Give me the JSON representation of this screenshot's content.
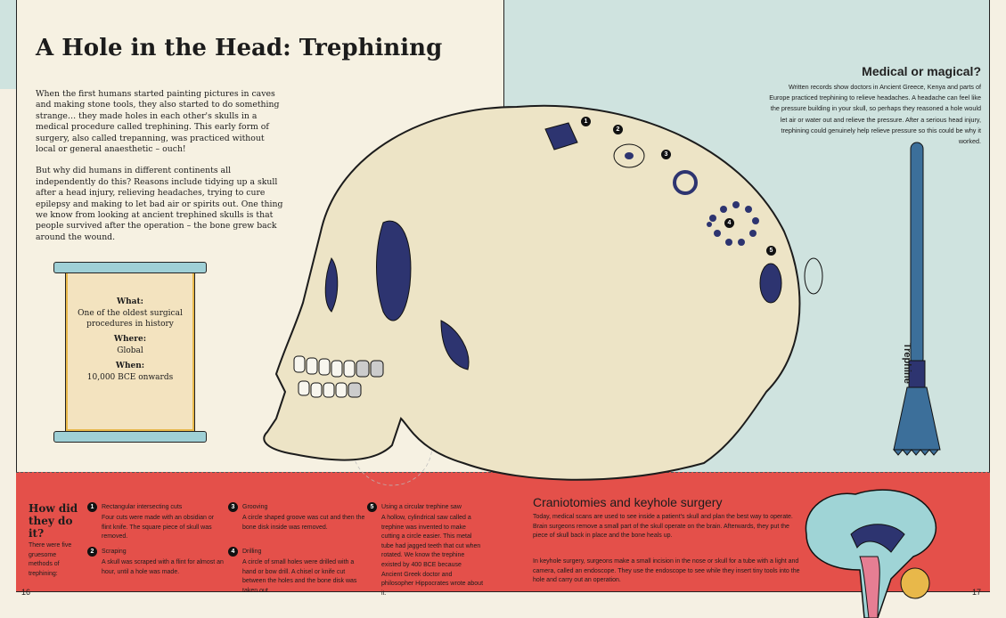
{
  "left_page": {
    "title": "A Hole in the Head: Trephining",
    "intro": [
      "When the first humans started painting pictures in caves and making stone tools, they also started to do something strange… they made holes in each other's skulls in a medical procedure called trephining. This early form of surgery, also called trepanning, was practiced without local or general anaesthetic – ouch!",
      "But why did humans in different continents all independently do this? Reasons include tidying up a skull after a head injury, relieving headaches, trying to cure epilepsy and making to let bad air or spirits out. One thing we know from looking at ancient trephined skulls is that people survived after the operation – the bone grew back around the wound."
    ],
    "scroll": {
      "what_label": "What:",
      "what": "One of the oldest surgical procedures in history",
      "where_label": "Where:",
      "where": "Global",
      "when_label": "When:",
      "when": "10,000 BCE onwards"
    },
    "page_number": "16"
  },
  "right_page": {
    "sidebar_title": "Medical or magical?",
    "sidebar_text": "Written records show doctors in Ancient Greece, Kenya and parts of Europe practiced trephining to relieve headaches. A headache can feel like the pressure building in your skull, so perhaps they reasoned a hole would let air or water out and relieve the pressure. After a serious head injury, trephining could genuinely help relieve pressure so this could be why it worked.",
    "trephine_label": "Trephine",
    "page_number": "17"
  },
  "skull_markers": [
    "1",
    "2",
    "3",
    "4",
    "5"
  ],
  "methods": {
    "heading": "How did they do it?",
    "subtext": "There were five gruesome methods of trephining:",
    "steps": [
      {
        "num": "1",
        "title": "Rectangular intersecting cuts",
        "text": "Four cuts were made with an obsidian or flint knife. The square piece of skull was removed."
      },
      {
        "num": "2",
        "title": "Scraping",
        "text": "A skull was scraped with a flint for almost an hour, until a hole was made."
      },
      {
        "num": "3",
        "title": "Grooving",
        "text": "A circle shaped groove was cut and then the bone disk inside was removed."
      },
      {
        "num": "4",
        "title": "Drilling",
        "text": "A circle of small holes were drilled with a hand or bow drill. A chisel or knife cut between the holes and the bone disk was taken out."
      },
      {
        "num": "5",
        "title": "Using a circular trephine saw",
        "text": "A hollow, cylindrical saw called a trephine was invented to make cutting a circle easier. This metal tube had jagged teeth that cut when rotated. We know the trephine existed by 400 BCE because Ancient Greek doctor and philosopher Hippocrates wrote about it."
      }
    ]
  },
  "craniotomies": {
    "heading": "Craniotomies and keyhole surgery",
    "paragraphs": [
      "Today, medical scans are used to see inside a patient's skull and plan the best way to operate. Brain surgeons remove a small part of the skull operate on the brain. Afterwards, they put the piece of skull back in place and the bone heals up.",
      "In keyhole surgery, surgeons make a small incision in the nose or skull for a tube with a light and camera, called an endoscope. They use the endoscope to see while they insert tiny tools into the hole and carry out an operation."
    ]
  },
  "colors": {
    "red": "#e4504a",
    "blue": "#cfe3df",
    "cream": "#f6f1e2",
    "navy": "#2d3470",
    "bone": "#ede4c6"
  }
}
